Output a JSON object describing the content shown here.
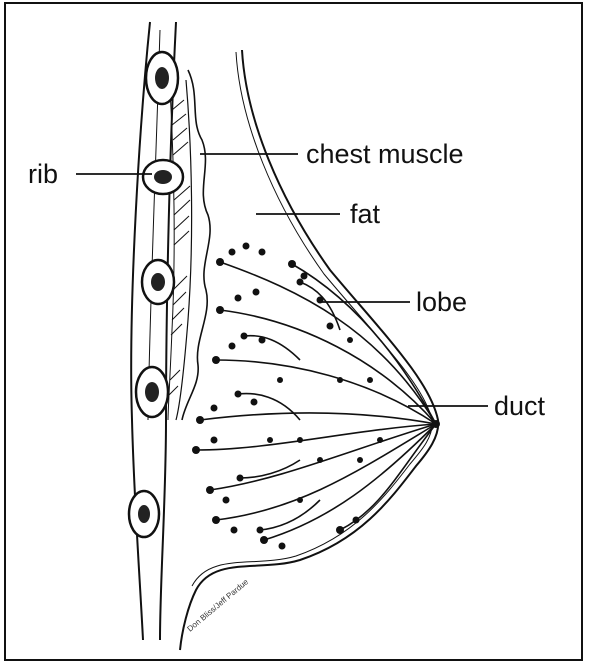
{
  "diagram": {
    "labels": {
      "rib": "rib",
      "chest_muscle": "chest muscle",
      "fat": "fat",
      "lobe": "lobe",
      "duct": "duct"
    },
    "signature": "Don Bliss/Jeff Pardue",
    "line_color": "#111111",
    "background": "#ffffff"
  }
}
